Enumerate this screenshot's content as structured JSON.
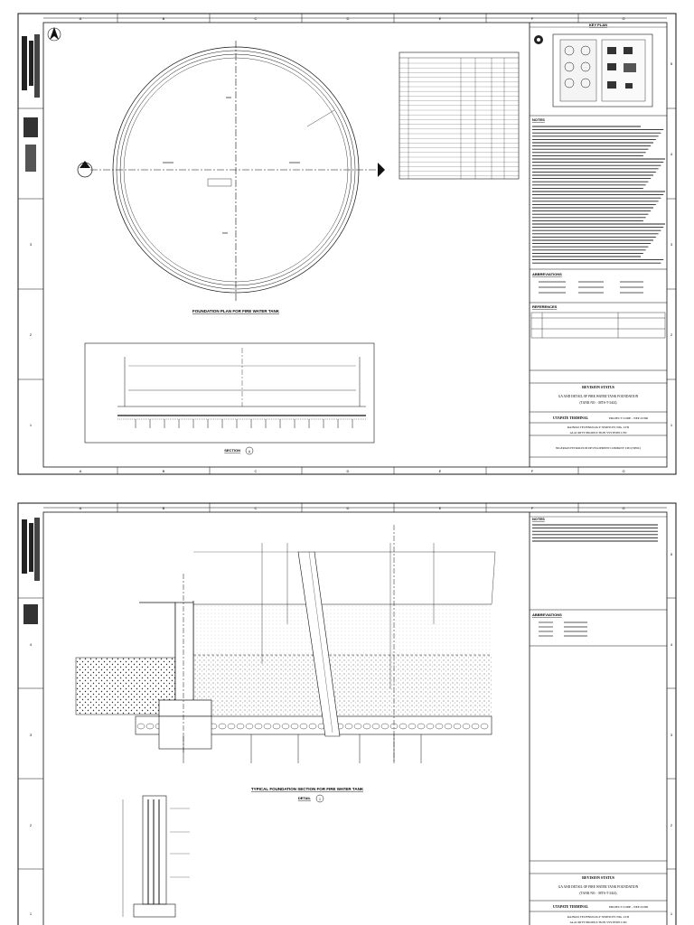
{
  "grid": {
    "columns": [
      "A",
      "B",
      "C",
      "D",
      "E",
      "F",
      "G"
    ],
    "rows_sheet1": [
      "5",
      "4",
      "3",
      "2",
      "1"
    ],
    "rows_sheet2": [
      "5",
      "4",
      "3",
      "2",
      "1"
    ]
  },
  "sheet1": {
    "key_plan_title": "KEY PLAN",
    "notes_title": "NOTES",
    "abbreviations_title": "ABBREVIATIONS",
    "references_title": "REFERENCES",
    "revision_status": "REVISION STATUS",
    "drawing_title": "GA AND DETAIL OF FIRE WATER TANK FOUNDATION",
    "tank_no": "(TANK NO. - MTS-T-3414)",
    "project": "UTAPATE TERMINAL",
    "project_code": "PROJECT CODE - NEP-01360",
    "contractor_line1": "RAINOO TECHNOLOGY SERVICES NIG. LTD",
    "contractor_line2": "ALACRITY PRODUCTION SYSTEMS LTD",
    "company": "NIGERIAN PETROLEUM DEVELOPMENT COMPANY LTD (NPDC)",
    "plan_caption": "FOUNDATION PLAN FOR FIRE WATER TANK",
    "section_caption": "SECTION",
    "section_letter": "A"
  },
  "sheet2": {
    "notes_title": "NOTES",
    "abbreviations_title": "ABBREVIATIONS",
    "revision_status": "REVISION STATUS",
    "drawing_title": "GA AND DETAIL OF FIRE WATER TANK FOUNDATION",
    "tank_no": "(TANK NO. - MTS-T-3414)",
    "project": "UTAPATE TERMINAL",
    "project_code": "PROJECT CODE - NEP-01360",
    "contractor_line1": "RAINOO TECHNOLOGY SERVICES NIG. LTD",
    "contractor_line2": "ALACRITY PRODUCTION SYSTEMS LTD",
    "typical_caption": "TYPICAL FOUNDATION SECTION FOR FIRE WATER TANK",
    "detail_caption": "DETAIL",
    "detail_number": "1"
  },
  "colors": {
    "line": "#1a1a1a",
    "hatch": "#555555",
    "paper": "#ffffff"
  }
}
